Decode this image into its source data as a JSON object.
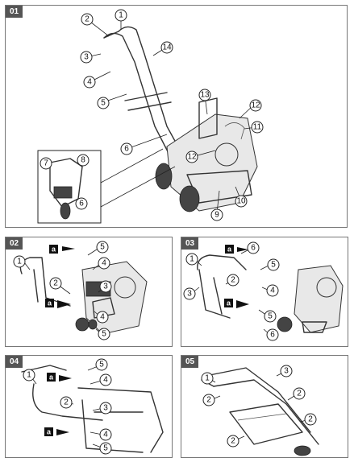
{
  "panels": {
    "p01": {
      "label": "01"
    },
    "p02": {
      "label": "02"
    },
    "p03": {
      "label": "03"
    },
    "p04": {
      "label": "04"
    },
    "p05": {
      "label": "05"
    }
  },
  "callouts": {
    "p01": [
      "1",
      "2",
      "3",
      "14",
      "4",
      "5",
      "13",
      "12",
      "11",
      "6",
      "12",
      "7",
      "8",
      "6",
      "9",
      "10"
    ],
    "p02": [
      "5",
      "4",
      "1",
      "2",
      "3",
      "4",
      "5"
    ],
    "p03": [
      "6",
      "5",
      "1",
      "2",
      "4",
      "3",
      "5",
      "6"
    ],
    "p04": [
      "5",
      "4",
      "1",
      "3",
      "2",
      "4",
      "5"
    ],
    "p05": [
      "3",
      "1",
      "2",
      "2",
      "2",
      "2"
    ]
  },
  "tags": {
    "a": "a"
  }
}
